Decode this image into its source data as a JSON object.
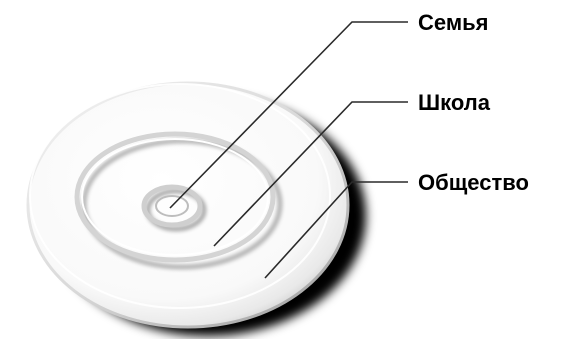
{
  "labels": {
    "family": "Семья",
    "school": "Школа",
    "society": "Общество"
  },
  "colors": {
    "ring_fill": "#fdfdfd",
    "ring_shadow": "#000000",
    "ring_edge": "#c8c8c8",
    "leader_line": "#2a2a2a",
    "text": "#000000"
  }
}
